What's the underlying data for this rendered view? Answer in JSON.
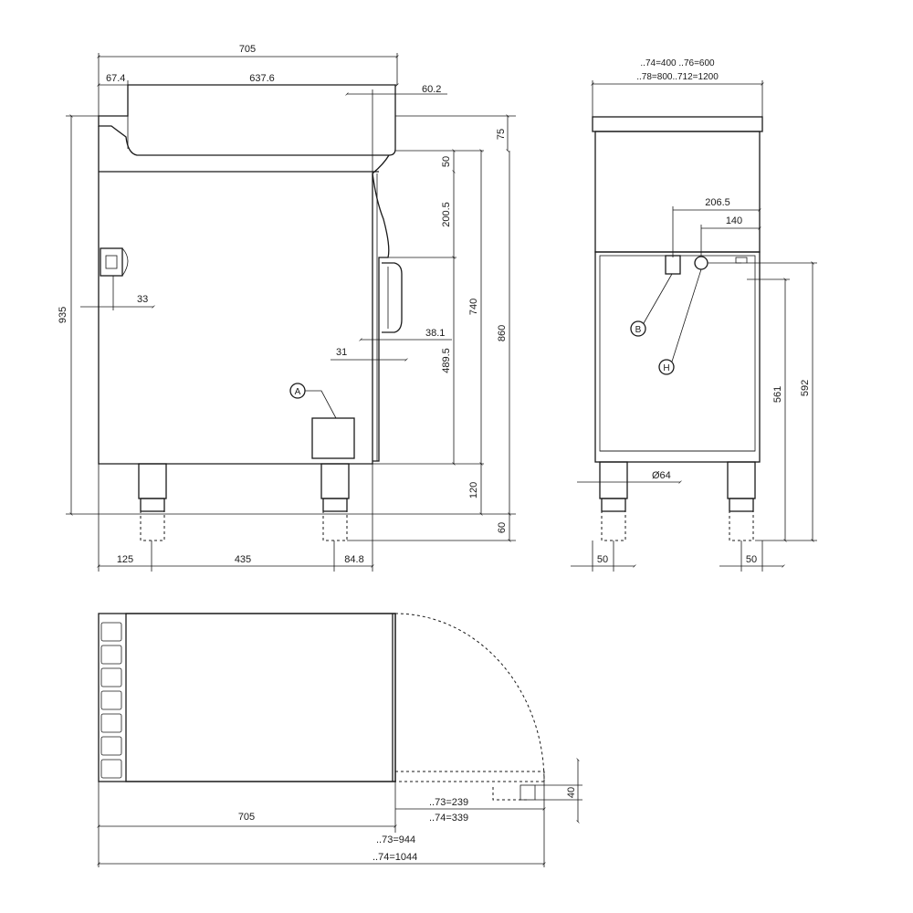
{
  "side_view": {
    "dims": {
      "overall_depth": "705",
      "left_offset": "67.4",
      "top_depth": "637.6",
      "right_offset": "60.2",
      "top_thickness": "75",
      "gap_50": "50",
      "gap_200_5": "200.5",
      "h_740": "740",
      "h_860": "860",
      "h_935": "935",
      "left_33": "33",
      "depth_38_1": "38.1",
      "depth_31": "31",
      "h_489_5": "489.5",
      "leg_120": "120",
      "foot_60": "60",
      "leg_left_125": "125",
      "leg_span_435": "435",
      "leg_right_84_8": "84.8"
    },
    "callout_a": "A"
  },
  "front_view": {
    "dims": {
      "width_line_1": "..74=400 ..76=600",
      "width_line_2": "..78=800..712=1200",
      "offset_206_5": "206.5",
      "offset_140": "140",
      "h_561": "561",
      "h_592": "592",
      "drain_dia": "Ø64",
      "leg_left_50": "50",
      "leg_right_50": "50"
    },
    "callout_b": "B",
    "callout_h": "H"
  },
  "top_view": {
    "dims": {
      "depth_705": "705",
      "door_239": "..73=239",
      "door_339": "..74=339",
      "total_944": "..73=944",
      "total_1044": "..74=1044",
      "handle_40": "40"
    }
  }
}
